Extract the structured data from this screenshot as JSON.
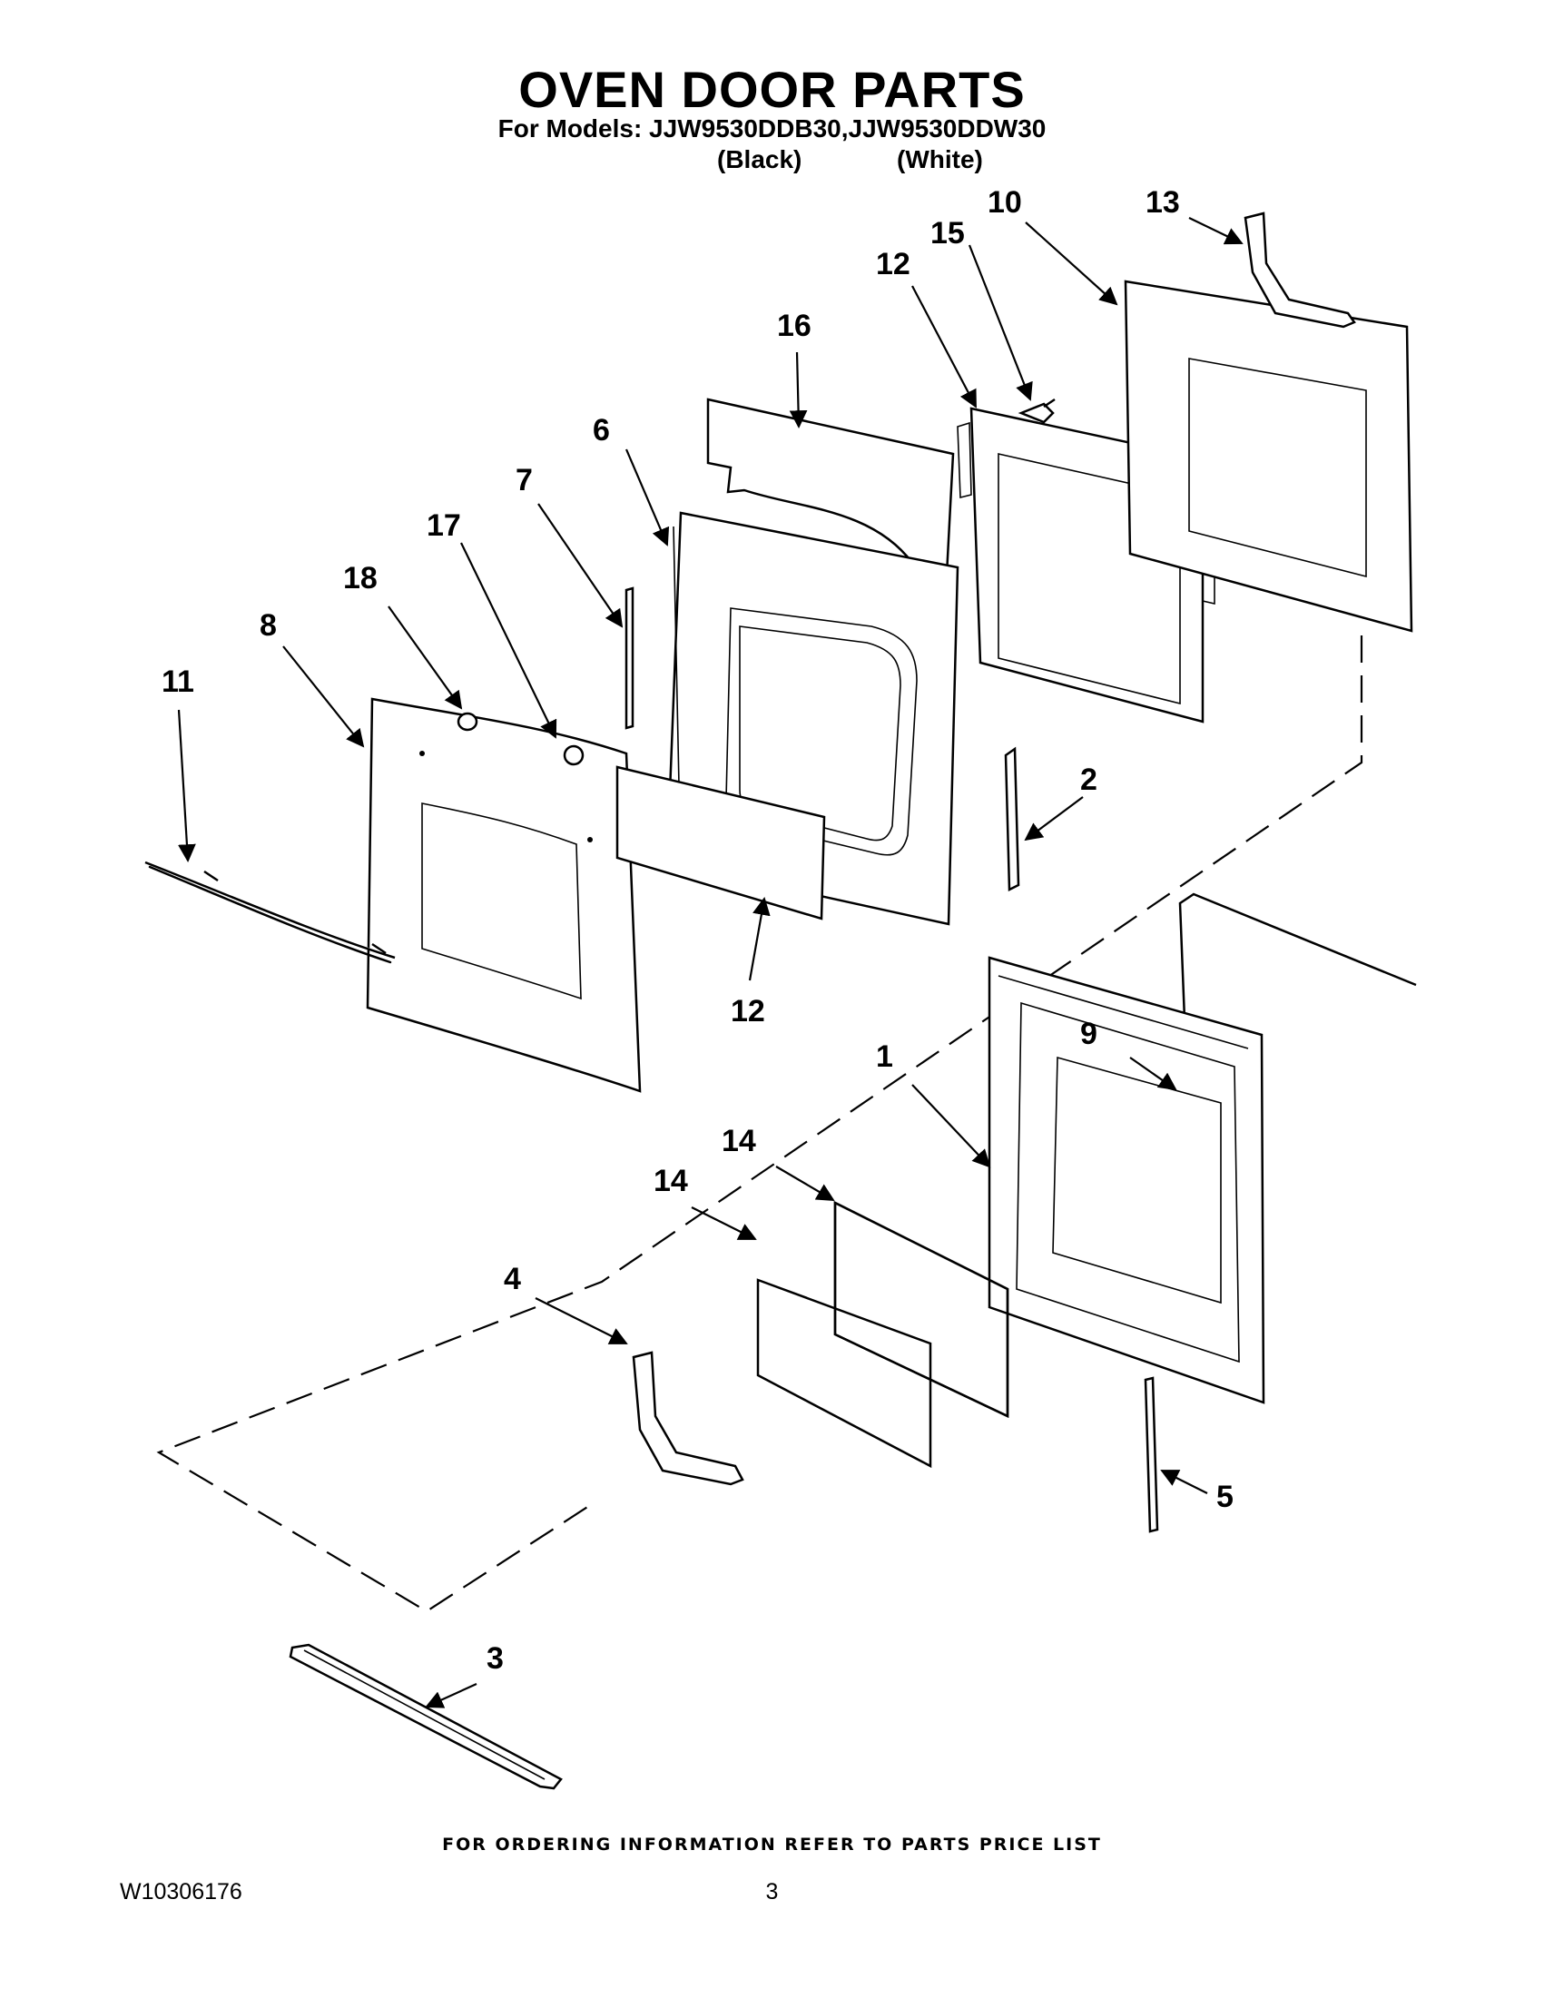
{
  "header": {
    "title": "OVEN DOOR PARTS",
    "models_line": "For Models: JJW9530DDB30,JJW9530DDW30",
    "color_black": "(Black)",
    "color_white": "(White)"
  },
  "callouts": {
    "c1": "1",
    "c2": "2",
    "c3": "3",
    "c4": "4",
    "c5": "5",
    "c6": "6",
    "c7": "7",
    "c8": "8",
    "c9": "9",
    "c10": "10",
    "c11": "11",
    "c12a": "12",
    "c12b": "12",
    "c13": "13",
    "c14a": "14",
    "c14b": "14",
    "c15": "15",
    "c16": "16",
    "c17": "17",
    "c18": "18"
  },
  "footer": {
    "ordering_note": "FOR ORDERING INFORMATION REFER TO PARTS PRICE LIST",
    "document_number": "W10306176",
    "page_number": "3"
  }
}
